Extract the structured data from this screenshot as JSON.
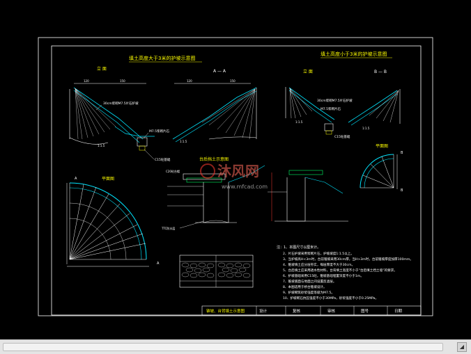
{
  "titles": {
    "left": "填土高度大于3米的护坡示意图",
    "right": "填土高度小于3米的护坡示意图"
  },
  "views": {
    "elevation": "立 面",
    "section_a": "A — A",
    "section_b": "B — B",
    "plan_left": "平面图",
    "plan_right": "平面图",
    "abutment": "台后挡土示意图"
  },
  "dims": {
    "d1": "1:1.5",
    "d2": "1:1.5",
    "d3": "120",
    "d4": "150",
    "d5": "1:1.5",
    "d6": "1:1.5"
  },
  "labels": {
    "mortar_pave_left": "30cm浆砌M7.5片石护坡",
    "mortar_pave_right": "30cm浆砌M7.5片石护坡",
    "m75_block": "M7.5浆砌片石",
    "c15_base": "C15砼基础",
    "m75_right": "M7.5浆砌片石",
    "c15_right": "C15砼基础",
    "c20_cap": "C20砼台帽",
    "ttc_pad": "TTC防水层"
  },
  "plan_marks": {
    "a_top": "A",
    "a_bottom": "A",
    "b_top": "B",
    "b_bottom": "B"
  },
  "notes": {
    "heading": "注：1、本图尺寸以厘米计。",
    "items": [
      "2、片石护坡采用浆砌片石，护坡坡度1:1.5以上。",
      "3、当护坡高H<3m时，台前锥坡采用30cm厚，当H>3m时，台前锥坡厚度加厚100mm。",
      "4、锥坡填土应分层夯实，每层厚度不大于30cm。",
      "5、台后填土应采用透水性材料，台背填土宽度不小于“台后填土挡土墙”的要求。",
      "6、护坡基础采用C15砼，锥坡基础埋置深度不小于1m。",
      "7、锥坡底面与地面之间设置反滤层。",
      "8、本图适用于桥台锥坡设计。",
      "9、护坡砌筑砂浆强度等级为M7.5。",
      "10、护坡砌石抗压强度不小于30MPa，砂浆强度不小于0.25MPa。"
    ]
  },
  "titleblock": {
    "drawing_name": "锥坡、台背填土示意图",
    "design": "设计",
    "review": "复核",
    "approve": "审核",
    "sheet_no": "图号",
    "date": "日期"
  },
  "watermark": {
    "name": "沐风网",
    "url": "www.mfcad.com"
  },
  "colors": {
    "background": "#000000",
    "frame": "#ffffff",
    "cyan": "#00e5ff",
    "yellow": "#ffff00",
    "green": "#00ff66",
    "white": "#ffffff",
    "red": "#ff3b30"
  }
}
